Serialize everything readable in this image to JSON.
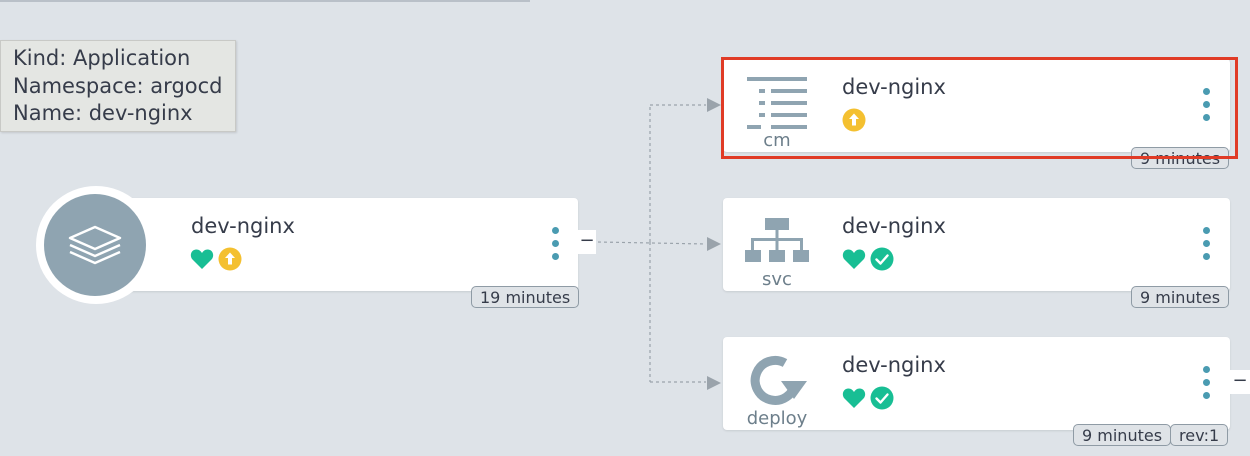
{
  "tooltip": {
    "kind": "Kind: Application",
    "namespace": "Namespace: argocd",
    "name": "Name: dev-nginx"
  },
  "app_node": {
    "name": "dev-nginx",
    "age": "19 minutes",
    "icon": "layers-icon",
    "health": "healthy",
    "sync": "out-of-sync",
    "collapse_label": "−"
  },
  "resources": [
    {
      "name": "dev-nginx",
      "kind_label": "cm",
      "icon": "configmap-icon",
      "sync": "out-of-sync",
      "age": "9 minutes"
    },
    {
      "name": "dev-nginx",
      "kind_label": "svc",
      "icon": "service-icon",
      "health": "healthy",
      "sync": "synced",
      "age": "9 minutes"
    },
    {
      "name": "dev-nginx",
      "kind_label": "deploy",
      "icon": "deployment-icon",
      "health": "healthy",
      "sync": "synced",
      "age": "9 minutes",
      "revision": "rev:1",
      "collapse_label": "−"
    }
  ],
  "colors": {
    "background": "#dee3e8",
    "healthy": "#18be94",
    "out_of_sync": "#f4c030",
    "synced": "#18be94",
    "menu_dots": "#4a9bb1",
    "selection": "#e03b26",
    "icon_gray": "#8fa4b1"
  }
}
